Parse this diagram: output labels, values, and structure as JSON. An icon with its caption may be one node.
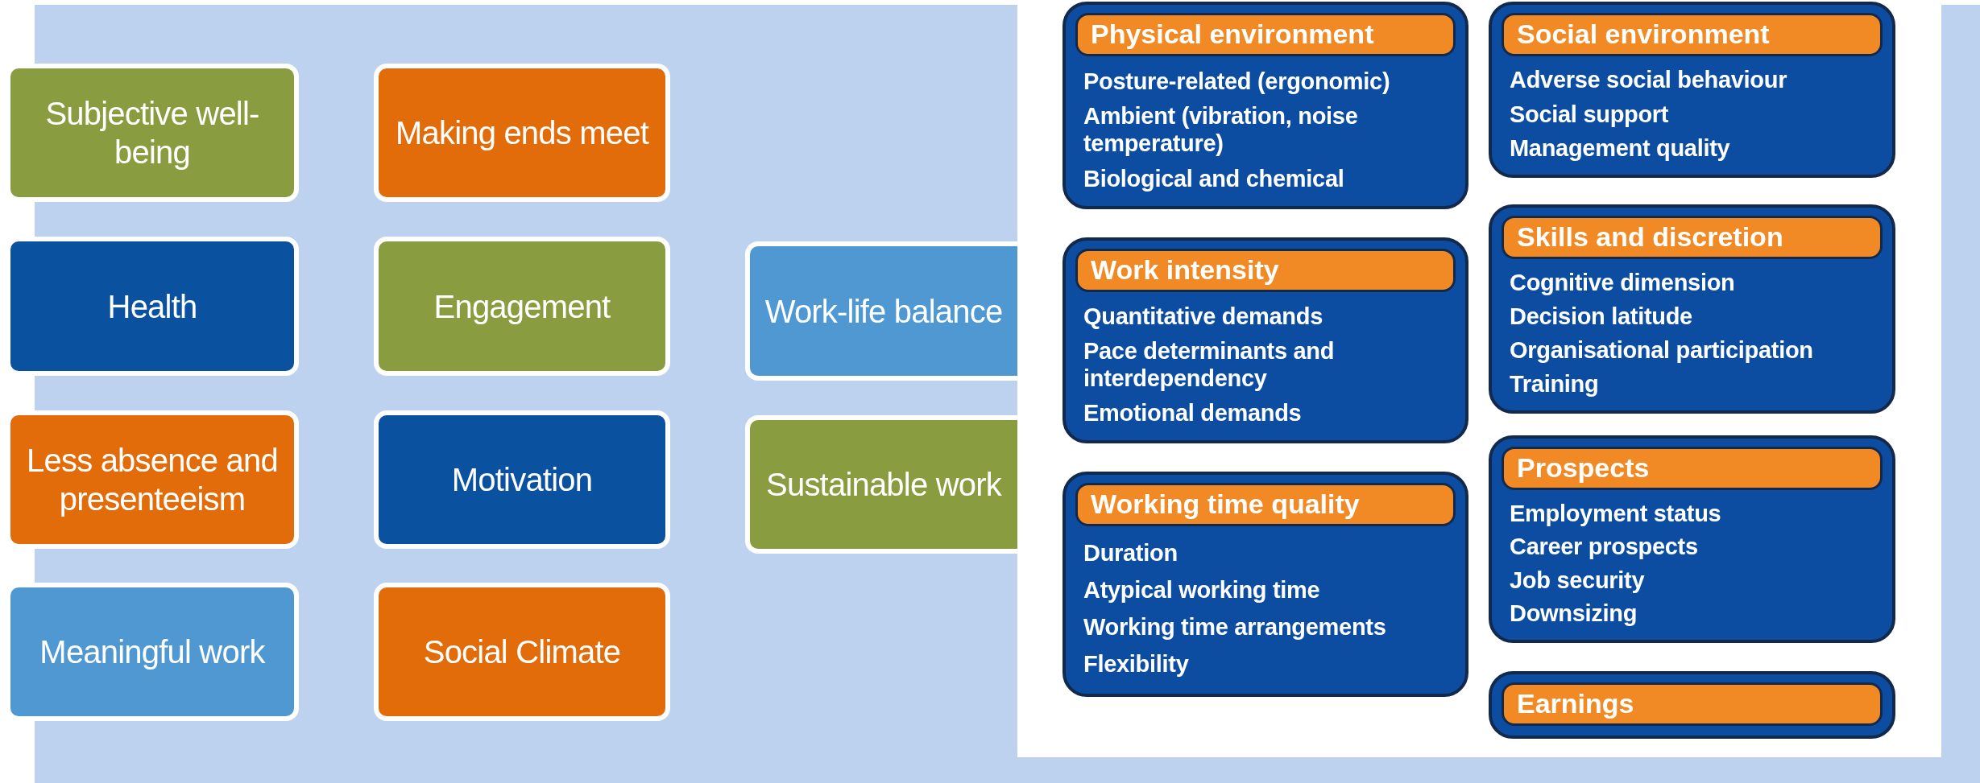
{
  "diagram": {
    "nodes": [
      {
        "text": [
          "Subjective well-being"
        ]
      },
      {
        "text": [
          "Making ends meet"
        ]
      },
      {
        "text": [
          "Health"
        ]
      },
      {
        "text": [
          "Engagement"
        ]
      },
      {
        "text": [
          "Work-life balance"
        ]
      },
      {
        "text": [
          "Less absence and presenteeism"
        ]
      },
      {
        "text": [
          "Motivation"
        ]
      },
      {
        "text": [
          "Sustainable work"
        ]
      },
      {
        "text": [
          "Meaningful work"
        ]
      },
      {
        "text": [
          "Social Climate"
        ]
      },
      {
        "text": [
          "Physical environment",
          "Posture-related (ergonomic)",
          "Ambient (vibration, noise temperature)",
          "Biological and chemical"
        ]
      },
      {
        "text": [
          "Social environment",
          "Adverse social behaviour",
          "Social support",
          "Management quality"
        ]
      },
      {
        "text": [
          "Work intensity",
          "Quantitative demands",
          "Pace determinants and interdependency",
          "Emotional demands"
        ]
      },
      {
        "text": [
          "Skills and discretion",
          "Cognitive dimension",
          "Decision latitude",
          "Organisational participation",
          "Training"
        ]
      },
      {
        "text": [
          "Working time quality",
          "Duration",
          "Atypical working time",
          "Working time arrangements",
          "Flexibility"
        ]
      },
      {
        "text": [
          "Prospects",
          "Employment status",
          "Career prospects",
          "Job security",
          "Downsizing"
        ]
      },
      {
        "text": [
          "Earnings"
        ]
      }
    ]
  }
}
